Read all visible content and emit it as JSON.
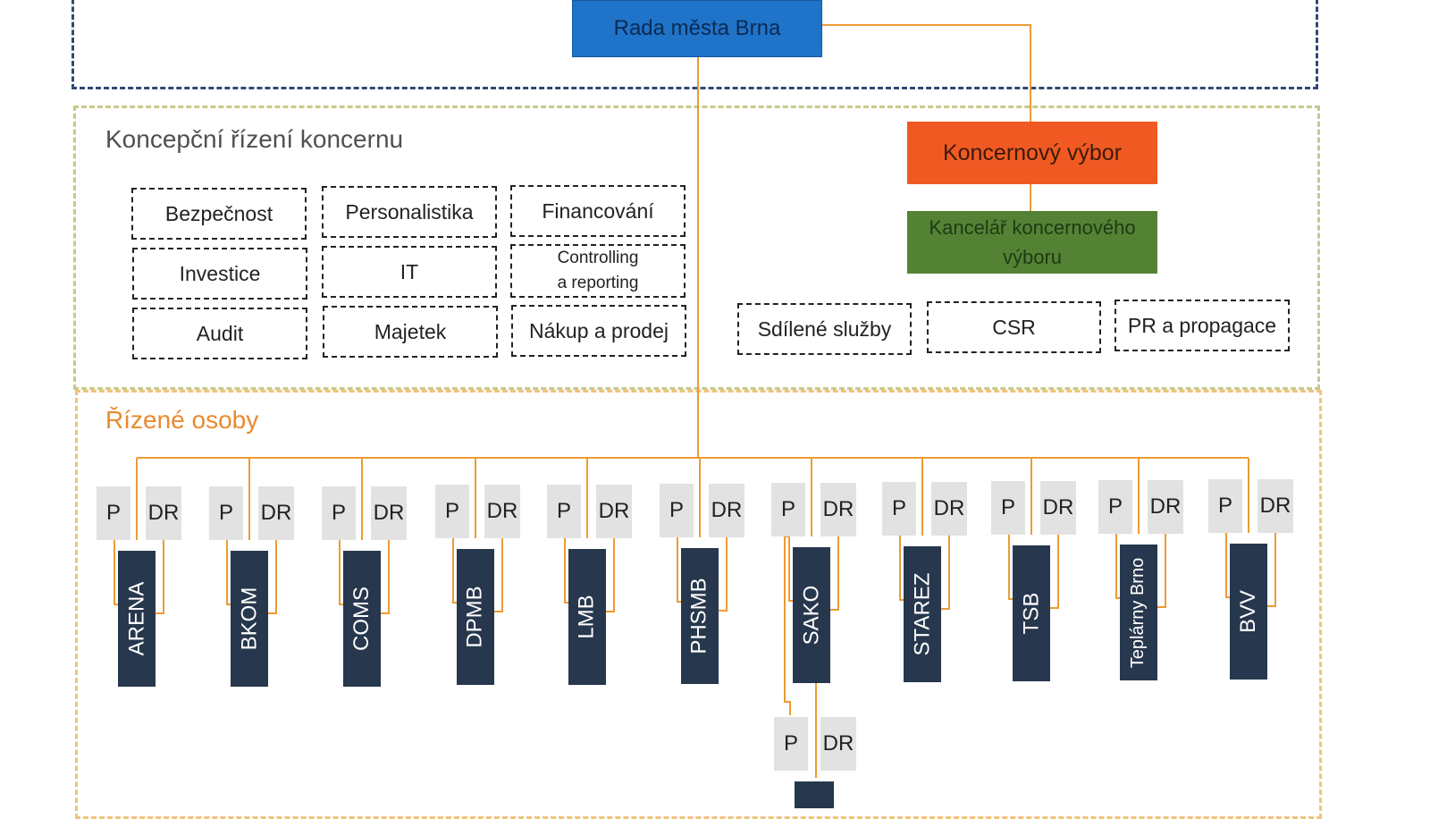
{
  "top": {
    "rada_label": "Rada města Brna"
  },
  "concept": {
    "title": "Koncepční řízení koncernu",
    "boxes": {
      "bezpecnost": "Bezpečnost",
      "personalistika": "Personalistika",
      "financovani": "Financování",
      "investice": "Investice",
      "it": "IT",
      "controlling_line1": "Controlling",
      "controlling_line2": "a reporting",
      "audit": "Audit",
      "majetek": "Majetek",
      "nakup": "Nákup a prodej"
    },
    "koncernovy_vybor": "Koncernový výbor",
    "kancelar_line1": "Kancelář koncernového",
    "kancelar_line2": "výboru",
    "services": {
      "sdilene": "Sdílené služby",
      "csr": "CSR",
      "pr": "PR a propagace"
    }
  },
  "managed": {
    "title": "Řízené osoby",
    "p_label": "P",
    "dr_label": "DR",
    "entities": [
      "ARENA",
      "BKOM",
      "COMS",
      "DPMB",
      "LMB",
      "PHSMB",
      "SAKO",
      "STAREZ",
      "TSB",
      "Teplárny Brno",
      "BVV"
    ]
  },
  "colors": {
    "rada": "#1f73c8",
    "koncernovy_vybor": "#f05a22",
    "kancelar": "#548235",
    "entity": "#27374d",
    "connector": "#ec9b34"
  }
}
